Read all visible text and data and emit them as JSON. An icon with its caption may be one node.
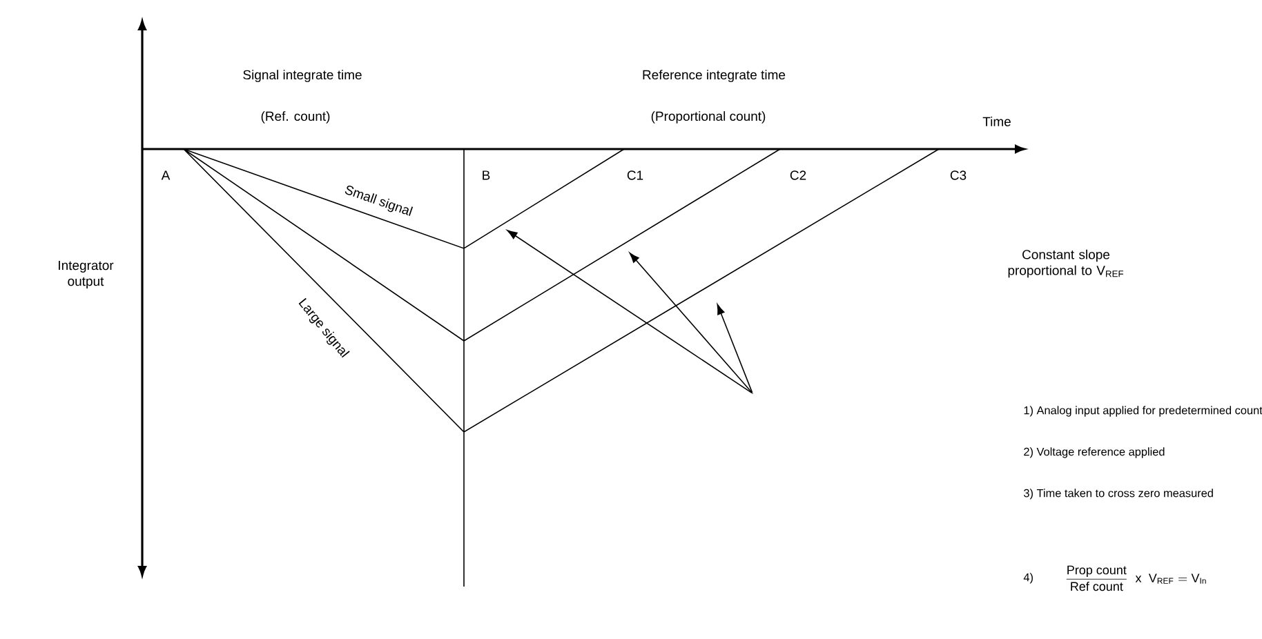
{
  "diagram": {
    "nodes": [
      {
        "text": [
          "Constant slope proportional to V$_{REF}$"
        ]
      },
      {
        "text": [],
        "shape": "point"
      }
    ],
    "edges": [
      {
        "from": 1,
        "to": null,
        "arrow": "to"
      },
      {
        "from": 1,
        "to": null,
        "arrow": "to"
      },
      {
        "from": 1,
        "to": null,
        "arrow": "to"
      }
    ],
    "labels": [
      "Signal integrate time",
      "(Ref. count)",
      "Reference integrate time",
      "(Proportional count)",
      "Time",
      "A",
      "B",
      "C1",
      "C2",
      "C3",
      "Small signal",
      "Large signal",
      "Integrator output",
      "1) Analog input applied for predetermined count",
      "2) Voltage reference applied",
      "3) Time taken to cross zero measured",
      "4)",
      "\\frac{\\mathrm{Prop\\ count}}{\\mathrm{Ref\\ count}}\\;\\;\\mathrm{x}\\;\\;\\mathrm{V}_{\\mathrm{REF}}=\\mathrm{V}_{\\mathrm{In}}"
    ]
  }
}
